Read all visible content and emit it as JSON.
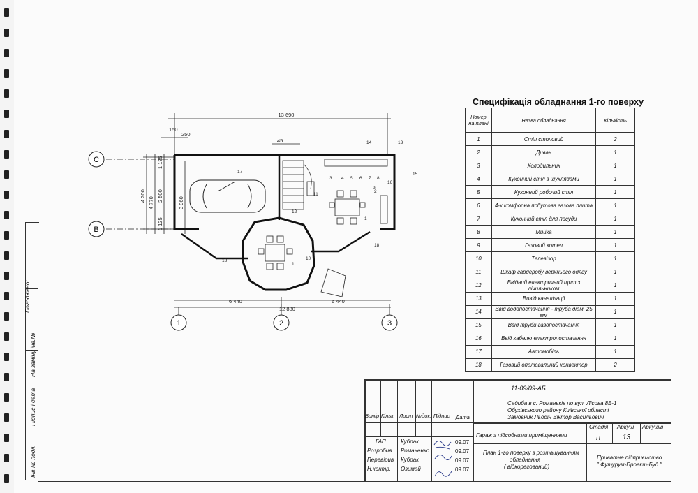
{
  "spec": {
    "title": "Специфікація обладнання 1-го поверху",
    "headers": [
      "Номер на плані",
      "Назва обладнання",
      "Кількість"
    ],
    "rows": [
      {
        "num": "1",
        "name": "Стіл столовий",
        "qty": "2"
      },
      {
        "num": "2",
        "name": "Диван",
        "qty": "1"
      },
      {
        "num": "3",
        "name": "Холодильник",
        "qty": "1"
      },
      {
        "num": "4",
        "name": "Кухонний стіл з шухлядами",
        "qty": "1"
      },
      {
        "num": "5",
        "name": "Кухонний робочий стіл",
        "qty": "1"
      },
      {
        "num": "6",
        "name": "4-х комфорна побутова газова плита",
        "qty": "1"
      },
      {
        "num": "7",
        "name": "Кухонний стіл для посуди",
        "qty": "1"
      },
      {
        "num": "8",
        "name": "Мийка",
        "qty": "1"
      },
      {
        "num": "9",
        "name": "Газовий котел",
        "qty": "1"
      },
      {
        "num": "10",
        "name": "Телевізор",
        "qty": "1"
      },
      {
        "num": "11",
        "name": "Шкаф гардеробу верхнього одягу",
        "qty": "1"
      },
      {
        "num": "12",
        "name": "Ввідний електричний щит з лічильником",
        "qty": "1"
      },
      {
        "num": "13",
        "name": "Вивід каналізації",
        "qty": "1"
      },
      {
        "num": "14",
        "name": "Ввід водопостачання - труба діам. 25 мм",
        "qty": "1"
      },
      {
        "num": "15",
        "name": "Ввід труби газопостачання",
        "qty": "1"
      },
      {
        "num": "16",
        "name": "Ввід кабелю електропостачання",
        "qty": "1"
      },
      {
        "num": "17",
        "name": "Автомобіль",
        "qty": "1"
      },
      {
        "num": "18",
        "name": "Газовий опалювальний конвектор",
        "qty": "2"
      }
    ]
  },
  "title_block": {
    "code": "11-09/09-АБ",
    "address_line1": "Садиба в с. Романьків по вул. Лісова 8Б-1",
    "address_line2": "Обухівського району Київської області",
    "address_line3": "Замовник Льодін Віктор Васильович",
    "project_name": "Гараж з підсобними приміщеннями",
    "sheet_title_line1": "План 1-го поверху з розташуванням",
    "sheet_title_line2": "обладнання",
    "sheet_title_line3": "( відкорегований)",
    "company_line1": "Приватне підприємство",
    "company_line2": "\" Футурум-Проект-Буд \"",
    "stage_label": "Стадія",
    "sheet_label": "Аркуш",
    "sheets_label": "Аркушів",
    "stage_value": "П",
    "sheet_value": "13",
    "col_headers": [
      "Вимір",
      "Кільк.",
      "Лист",
      "№док.",
      "Підпис",
      "Дата"
    ],
    "people": [
      {
        "role": "ГАП",
        "name": "Кубрак",
        "date": "09.07"
      },
      {
        "role": "Розробив",
        "name": "Романенко",
        "date": "09.07"
      },
      {
        "role": "Перевірив",
        "name": "Кубрак",
        "date": "09.07"
      },
      {
        "role": "Н.контр.",
        "name": "Озимай",
        "date": "09.07"
      }
    ]
  },
  "side_labels": [
    "Погоджено:",
    "На заміну інв.№",
    "Підпис і дата",
    "Інв.№ подл."
  ],
  "plan": {
    "dim_top": "13 690",
    "dim_150": "150",
    "dim_250": "250",
    "dim_45": "45",
    "dim_6440_left": "6 440",
    "dim_6440_right": "6 440",
    "dim_12880": "12 880",
    "dim_4200": "4 200",
    "dim_4770": "4 770",
    "dim_2500": "2 500",
    "dim_1135_top": "1 135",
    "dim_1135_bot": "1 135",
    "dim_3960": "3 960",
    "axis_c": "C",
    "axis_b": "B",
    "axis_1": "1",
    "axis_2": "2",
    "axis_3": "3",
    "tags": {
      "t17": "17",
      "t12": "12",
      "t11": "11",
      "t1a": "1",
      "t1b": "1",
      "t10": "10",
      "t18a": "18",
      "t18b": "18",
      "t14": "14",
      "t13": "13",
      "t15": "15",
      "t9": "9",
      "t2": "2",
      "t3": "3",
      "t4": "4",
      "t5": "5",
      "t6": "6",
      "t7": "7",
      "t8": "8",
      "t16": "16"
    }
  }
}
